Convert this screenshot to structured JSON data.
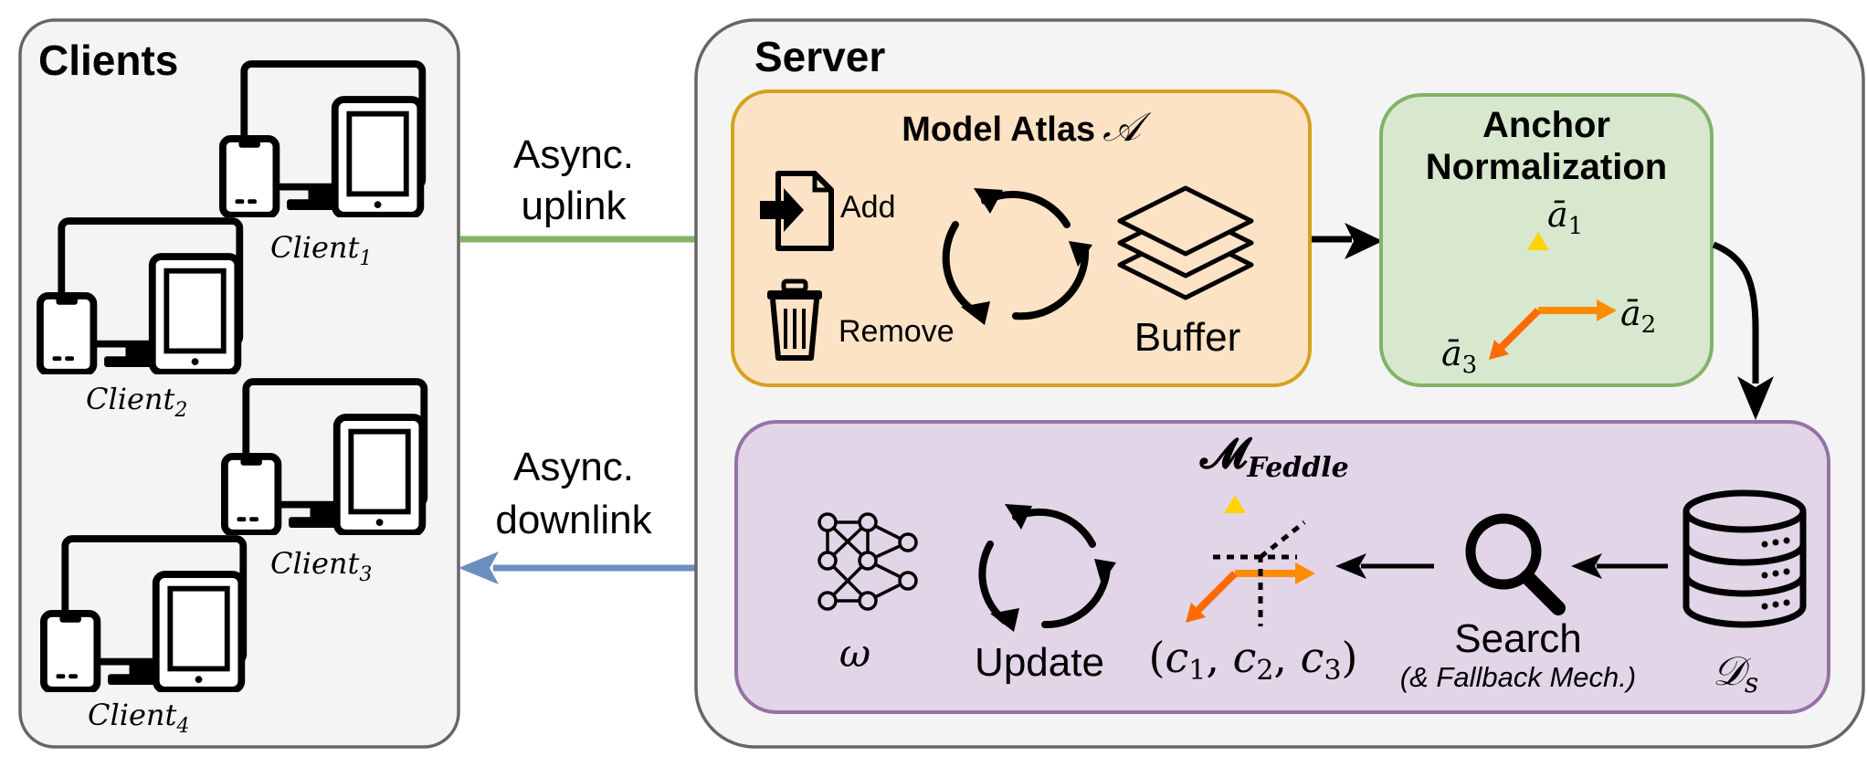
{
  "clients": {
    "title": "Clients",
    "devices": [
      {
        "name": "Client",
        "sub": "1"
      },
      {
        "name": "Client",
        "sub": "2"
      },
      {
        "name": "Client",
        "sub": "3"
      },
      {
        "name": "Client",
        "sub": "4"
      }
    ]
  },
  "links": {
    "uplink": [
      "Async.",
      "uplink"
    ],
    "downlink": [
      "Async.",
      "downlink"
    ]
  },
  "server": {
    "title": "Server",
    "atlas": {
      "title": "Model Atlas",
      "symbol": "𝒜",
      "add": "Add",
      "remove": "Remove",
      "buffer": "Buffer"
    },
    "anchor": {
      "title": [
        "Anchor",
        "Normalization"
      ],
      "axes": [
        {
          "base": "ā",
          "sub": "1"
        },
        {
          "base": "ā",
          "sub": "2"
        },
        {
          "base": "ā",
          "sub": "3"
        }
      ]
    },
    "feddle": {
      "title_base": "𝓜",
      "title_sub": "Feddle",
      "omega": "ω",
      "update": "Update",
      "coords": [
        "(",
        "c",
        "1",
        ", ",
        "c",
        "2",
        ", ",
        "c",
        "3",
        ")"
      ],
      "search": "Search",
      "fallback": "(& Fallback Mech.)",
      "dataset_base": "𝒟",
      "dataset_sub": "s"
    }
  },
  "colors": {
    "panel_bg": "#f4f4f4",
    "atlas_fill": "#fde3c6",
    "atlas_stroke": "#d6a11f",
    "anchor_fill": "#d7e8cf",
    "anchor_stroke": "#82b366",
    "feddle_fill": "#e2d5e8",
    "feddle_stroke": "#9673a6",
    "uplink": "#82b366",
    "downlink": "#6c8ebf",
    "axis_y": "#ffd400",
    "axis_orange": "#ff8c00",
    "axis_dark": "#ff6a00"
  }
}
